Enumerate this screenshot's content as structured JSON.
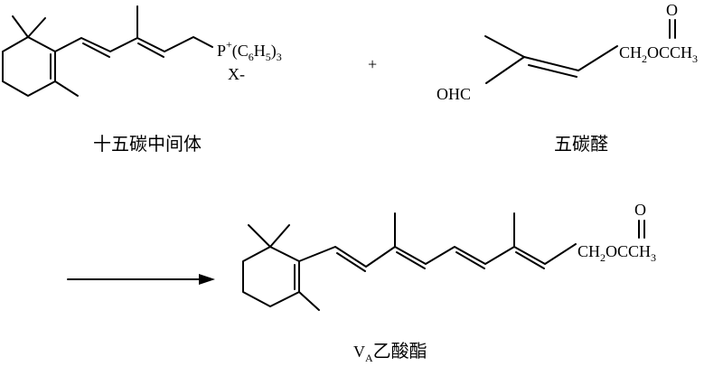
{
  "reactant1": {
    "phosphonium_charge": "+",
    "phosphonium_atom": "P",
    "phosphonium_group_open": "(C",
    "phosphonium_sub1": "6",
    "phosphonium_mid": "H",
    "phosphonium_sub2": "5",
    "phosphonium_close": ")",
    "phosphonium_sub3": "3",
    "counterion": "X-",
    "name": "十五碳中间体"
  },
  "plus_sign": "+",
  "reactant2": {
    "aldehyde_group": "OHC",
    "ester_prefix": "CH",
    "ester_sub": "2",
    "ester_suffix": "OCCH",
    "ester_sub2": "3",
    "carbonyl_o": "O",
    "name": "五碳醛"
  },
  "product": {
    "ester_prefix": "CH",
    "ester_sub": "2",
    "ester_suffix": "OCCH",
    "ester_sub2": "3",
    "carbonyl_o": "O",
    "name_v": "V",
    "name_sub": "A",
    "name_rest": "乙酸酯"
  }
}
